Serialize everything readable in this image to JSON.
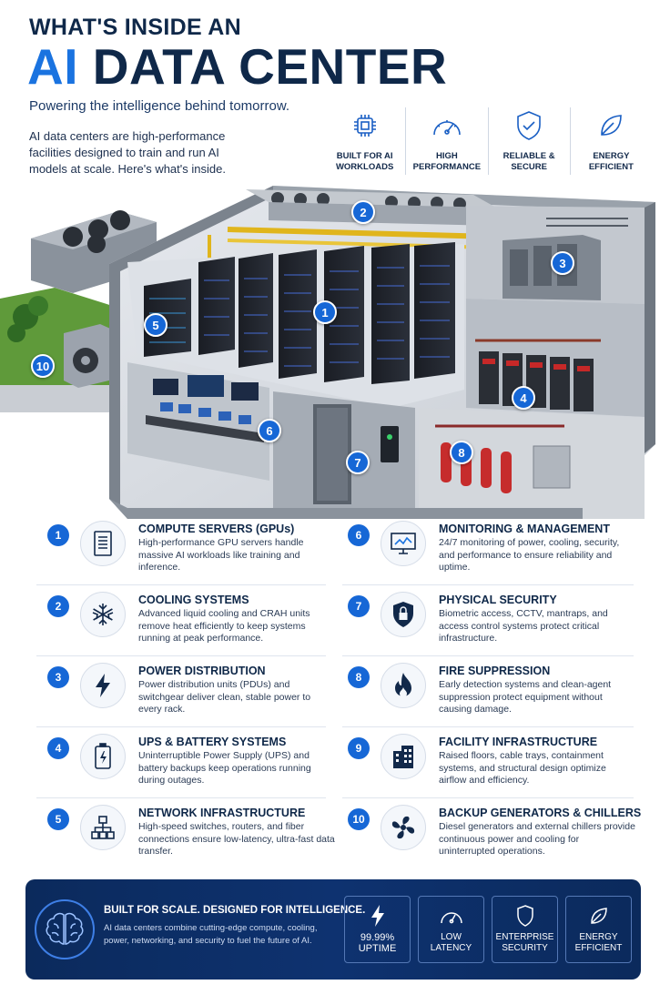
{
  "header": {
    "title_small": "WHAT'S INSIDE AN",
    "title_accent": "AI",
    "title_main": "DATA CENTER",
    "tagline": "Powering the intelligence behind tomorrow.",
    "description": "AI data centers are high-performance facilities designed to train and run AI models at scale. Here's what's inside."
  },
  "features": [
    {
      "label": "BUILT FOR AI WORKLOADS",
      "icon": "chip-icon"
    },
    {
      "label": "HIGH PERFORMANCE",
      "icon": "speedometer-icon"
    },
    {
      "label": "RELIABLE & SECURE",
      "icon": "shield-check-icon"
    },
    {
      "label": "ENERGY EFFICIENT",
      "icon": "leaf-icon"
    }
  ],
  "illustration": {
    "badges": [
      "1",
      "2",
      "3",
      "4",
      "5",
      "6",
      "7",
      "8",
      "10"
    ]
  },
  "components": [
    {
      "num": "1",
      "title": "COMPUTE SERVERS (GPUs)",
      "desc": "High-performance GPU servers handle massive AI workloads like training and inference.",
      "icon": "server-icon"
    },
    {
      "num": "2",
      "title": "COOLING SYSTEMS",
      "desc": "Advanced liquid cooling and CRAH units remove heat efficiently to keep systems running at peak performance.",
      "icon": "snowflake-icon"
    },
    {
      "num": "3",
      "title": "POWER DISTRIBUTION",
      "desc": "Power distribution units (PDUs) and switchgear deliver clean, stable power to every rack.",
      "icon": "lightning-icon"
    },
    {
      "num": "4",
      "title": "UPS & BATTERY SYSTEMS",
      "desc": "Uninterruptible Power Supply (UPS) and battery backups keep operations running during outages.",
      "icon": "battery-icon"
    },
    {
      "num": "5",
      "title": "NETWORK INFRASTRUCTURE",
      "desc": "High-speed switches, routers, and fiber connections ensure low-latency, ultra-fast data transfer.",
      "icon": "network-icon"
    },
    {
      "num": "6",
      "title": "MONITORING & MANAGEMENT",
      "desc": "24/7 monitoring of power, cooling, security, and performance to ensure reliability and uptime.",
      "icon": "monitor-icon"
    },
    {
      "num": "7",
      "title": "PHYSICAL SECURITY",
      "desc": "Biometric access, CCTV, mantraps, and access control systems protect critical infrastructure.",
      "icon": "lock-shield-icon"
    },
    {
      "num": "8",
      "title": "FIRE SUPPRESSION",
      "desc": "Early detection systems and clean-agent suppression protect equipment without causing damage.",
      "icon": "flame-icon"
    },
    {
      "num": "9",
      "title": "FACILITY INFRASTRUCTURE",
      "desc": "Raised floors, cable trays, containment systems, and structural design optimize airflow and efficiency.",
      "icon": "building-icon"
    },
    {
      "num": "10",
      "title": "BACKUP GENERATORS & CHILLERS",
      "desc": "Diesel generators and external chillers provide continuous power and cooling for uninterrupted operations.",
      "icon": "fan-icon"
    }
  ],
  "banner": {
    "title": "BUILT FOR SCALE. DESIGNED FOR INTELLIGENCE.",
    "desc": "AI data centers combine cutting-edge compute, cooling, power, networking, and security to fuel the future of AI.",
    "stats": [
      {
        "label": "99.99% UPTIME",
        "icon": "lightning-icon"
      },
      {
        "label": "LOW LATENCY",
        "icon": "gauge-icon"
      },
      {
        "label": "ENTERPRISE SECURITY",
        "icon": "shield-icon"
      },
      {
        "label": "ENERGY EFFICIENT",
        "icon": "leaf-icon"
      }
    ]
  },
  "colors": {
    "navy": "#0f2849",
    "accent": "#1a73e0",
    "badge": "#1667d6",
    "banner": "#0b2a5c"
  }
}
